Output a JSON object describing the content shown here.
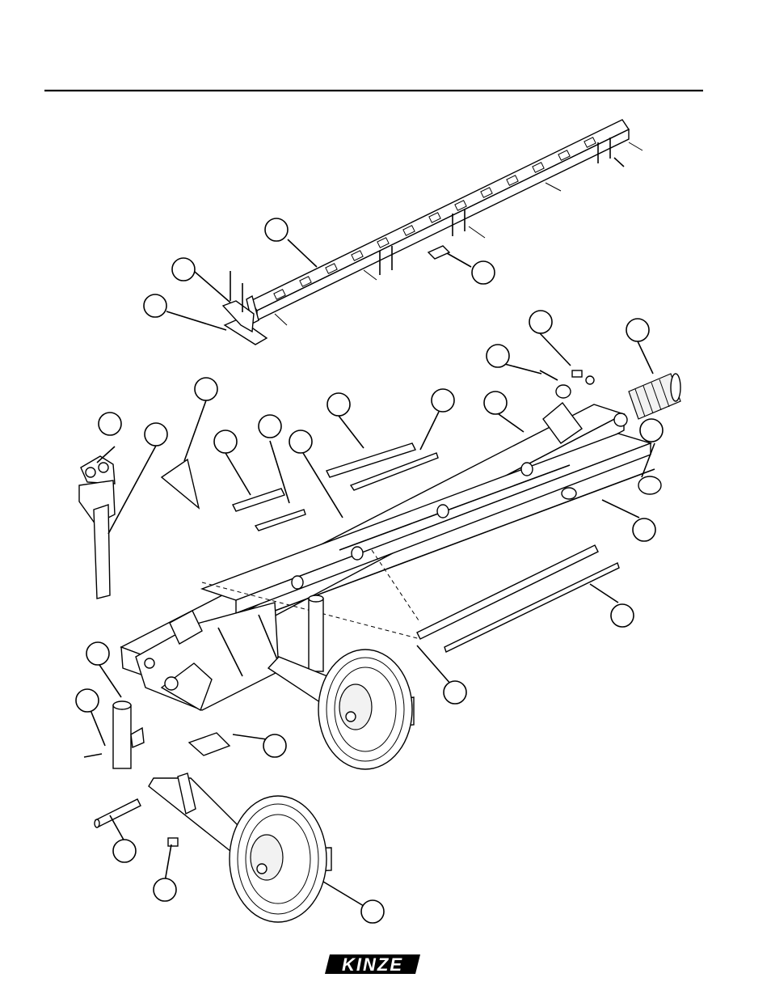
{
  "brand": {
    "logo_text": "KINZE"
  },
  "callouts": [
    {
      "id": "c-bar-upper"
    },
    {
      "id": "c-link-1"
    },
    {
      "id": "c-link-2"
    },
    {
      "id": "c-small-plate"
    },
    {
      "id": "c-bolt-kit"
    },
    {
      "id": "c-bushing"
    },
    {
      "id": "c-hose-sleeve"
    },
    {
      "id": "c-reflector-bracket"
    },
    {
      "id": "c-tongue-tube"
    },
    {
      "id": "c-triangle-plate"
    },
    {
      "id": "c-strap-a"
    },
    {
      "id": "c-strap-b"
    },
    {
      "id": "c-main-frame"
    },
    {
      "id": "c-strap-c"
    },
    {
      "id": "c-strap-d"
    },
    {
      "id": "c-rear-frame"
    },
    {
      "id": "c-arm-pivot"
    },
    {
      "id": "c-arm"
    },
    {
      "id": "c-long-strap-1"
    },
    {
      "id": "c-long-strap-2"
    },
    {
      "id": "c-spindle"
    },
    {
      "id": "c-spindle-pin"
    },
    {
      "id": "c-shield"
    },
    {
      "id": "c-axle-pin"
    },
    {
      "id": "c-lock-pin"
    },
    {
      "id": "c-wheel"
    }
  ]
}
